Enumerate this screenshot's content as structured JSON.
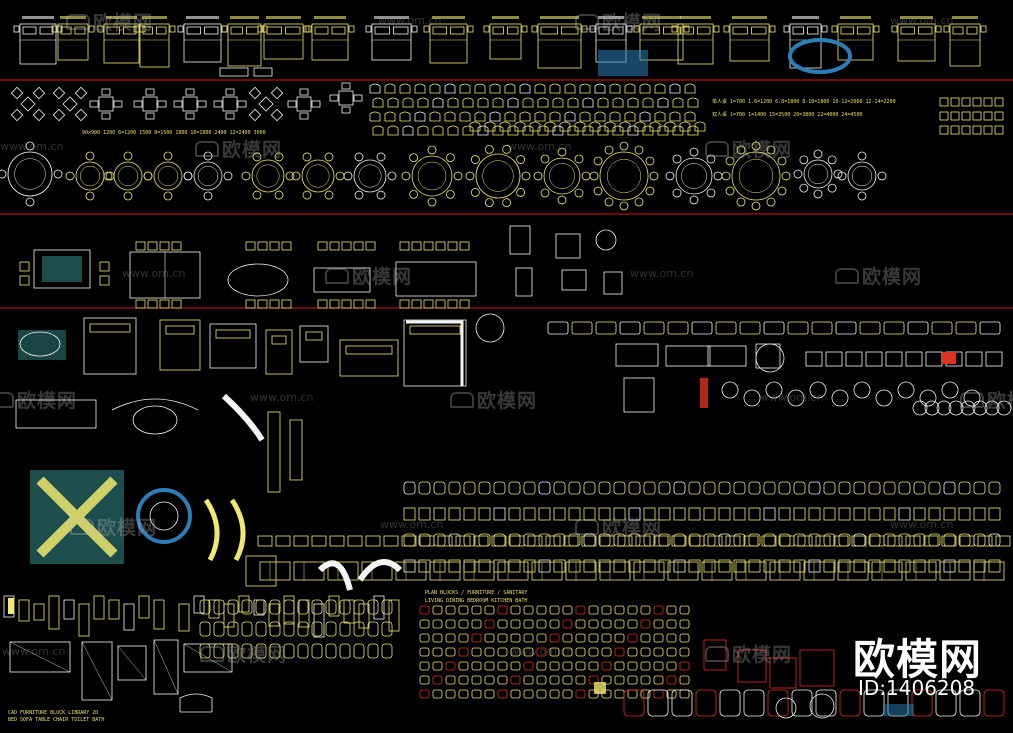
{
  "brand": {
    "watermark_text": "欧模网",
    "watermark_url": "www.om.cn",
    "logo_text": "欧模网",
    "id_label": "ID:1406208"
  },
  "colors": {
    "background": "#000000",
    "divider": "#d01818",
    "line_primary": "#f0e870",
    "line_white": "#f4f4f4",
    "hatch_blue": "#2a7fb8",
    "hatch_teal": "#3a9a9a",
    "accent_red": "#e03020"
  },
  "table_notes": {
    "row1": "90x900 1200  6=1200 1500  8=1500 1800  10=1800 2400  12=2400 3000",
    "right1": "单人桌 1=700  1.6=1200  6.8=1800  8-10=1800  10-12=2000  12-14=2200",
    "right2": "双人桌 1=700  1=1400  15=3500  20=3800  22=4000  24=4500"
  },
  "lower_notes": [
    "PLAN BLOCKS / FURNITURE / SANITARY",
    "LIVING DINING BEDROOM KITCHEN BATH"
  ],
  "footer_notes": [
    "CAD FURNITURE BLOCK LIBRARY 2D",
    "BED SOFA TABLE CHAIR TOILET BATH"
  ]
}
